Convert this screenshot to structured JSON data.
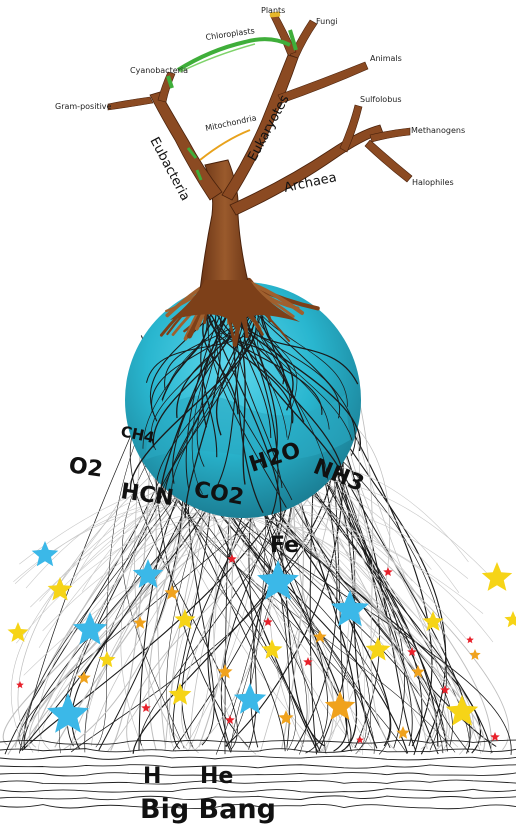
{
  "tree": {
    "domains": {
      "eubacteria": "Eubacteria",
      "eukaryotes": "Eukaryotes",
      "archaea": "Archaea"
    },
    "leaves": {
      "plants": "Plants",
      "fungi": "Fungi",
      "chloroplasts": "Chloroplasts",
      "cyanobacteria": "Cyanobacteria",
      "animals": "Animals",
      "gram_positive": "Gram-positive",
      "mitochondria": "Mitochondria",
      "sulfolobus": "Sulfolobus",
      "methanogens": "Methanogens",
      "halophiles": "Halophiles"
    }
  },
  "molecules": {
    "ch4": "CH4",
    "o2": "O2",
    "hcn": "HCN",
    "co2": "CO2",
    "h2o": "H2O",
    "nh3": "NH3"
  },
  "elements": {
    "fe": "Fe",
    "h": "H",
    "he": "He"
  },
  "origin_label": "Big Bang",
  "colors": {
    "trunk": "#8b4a22",
    "trunk_dark": "#5e2d12",
    "earth_light": "#31c4dd",
    "earth_dark": "#1f8fa3",
    "leaf_green": "#3fae3a",
    "star_blue": "#3bb8e8",
    "star_yellow": "#f6d417",
    "star_orange": "#f0a21c",
    "star_red": "#e8212b",
    "line": "#1a1a1a"
  }
}
